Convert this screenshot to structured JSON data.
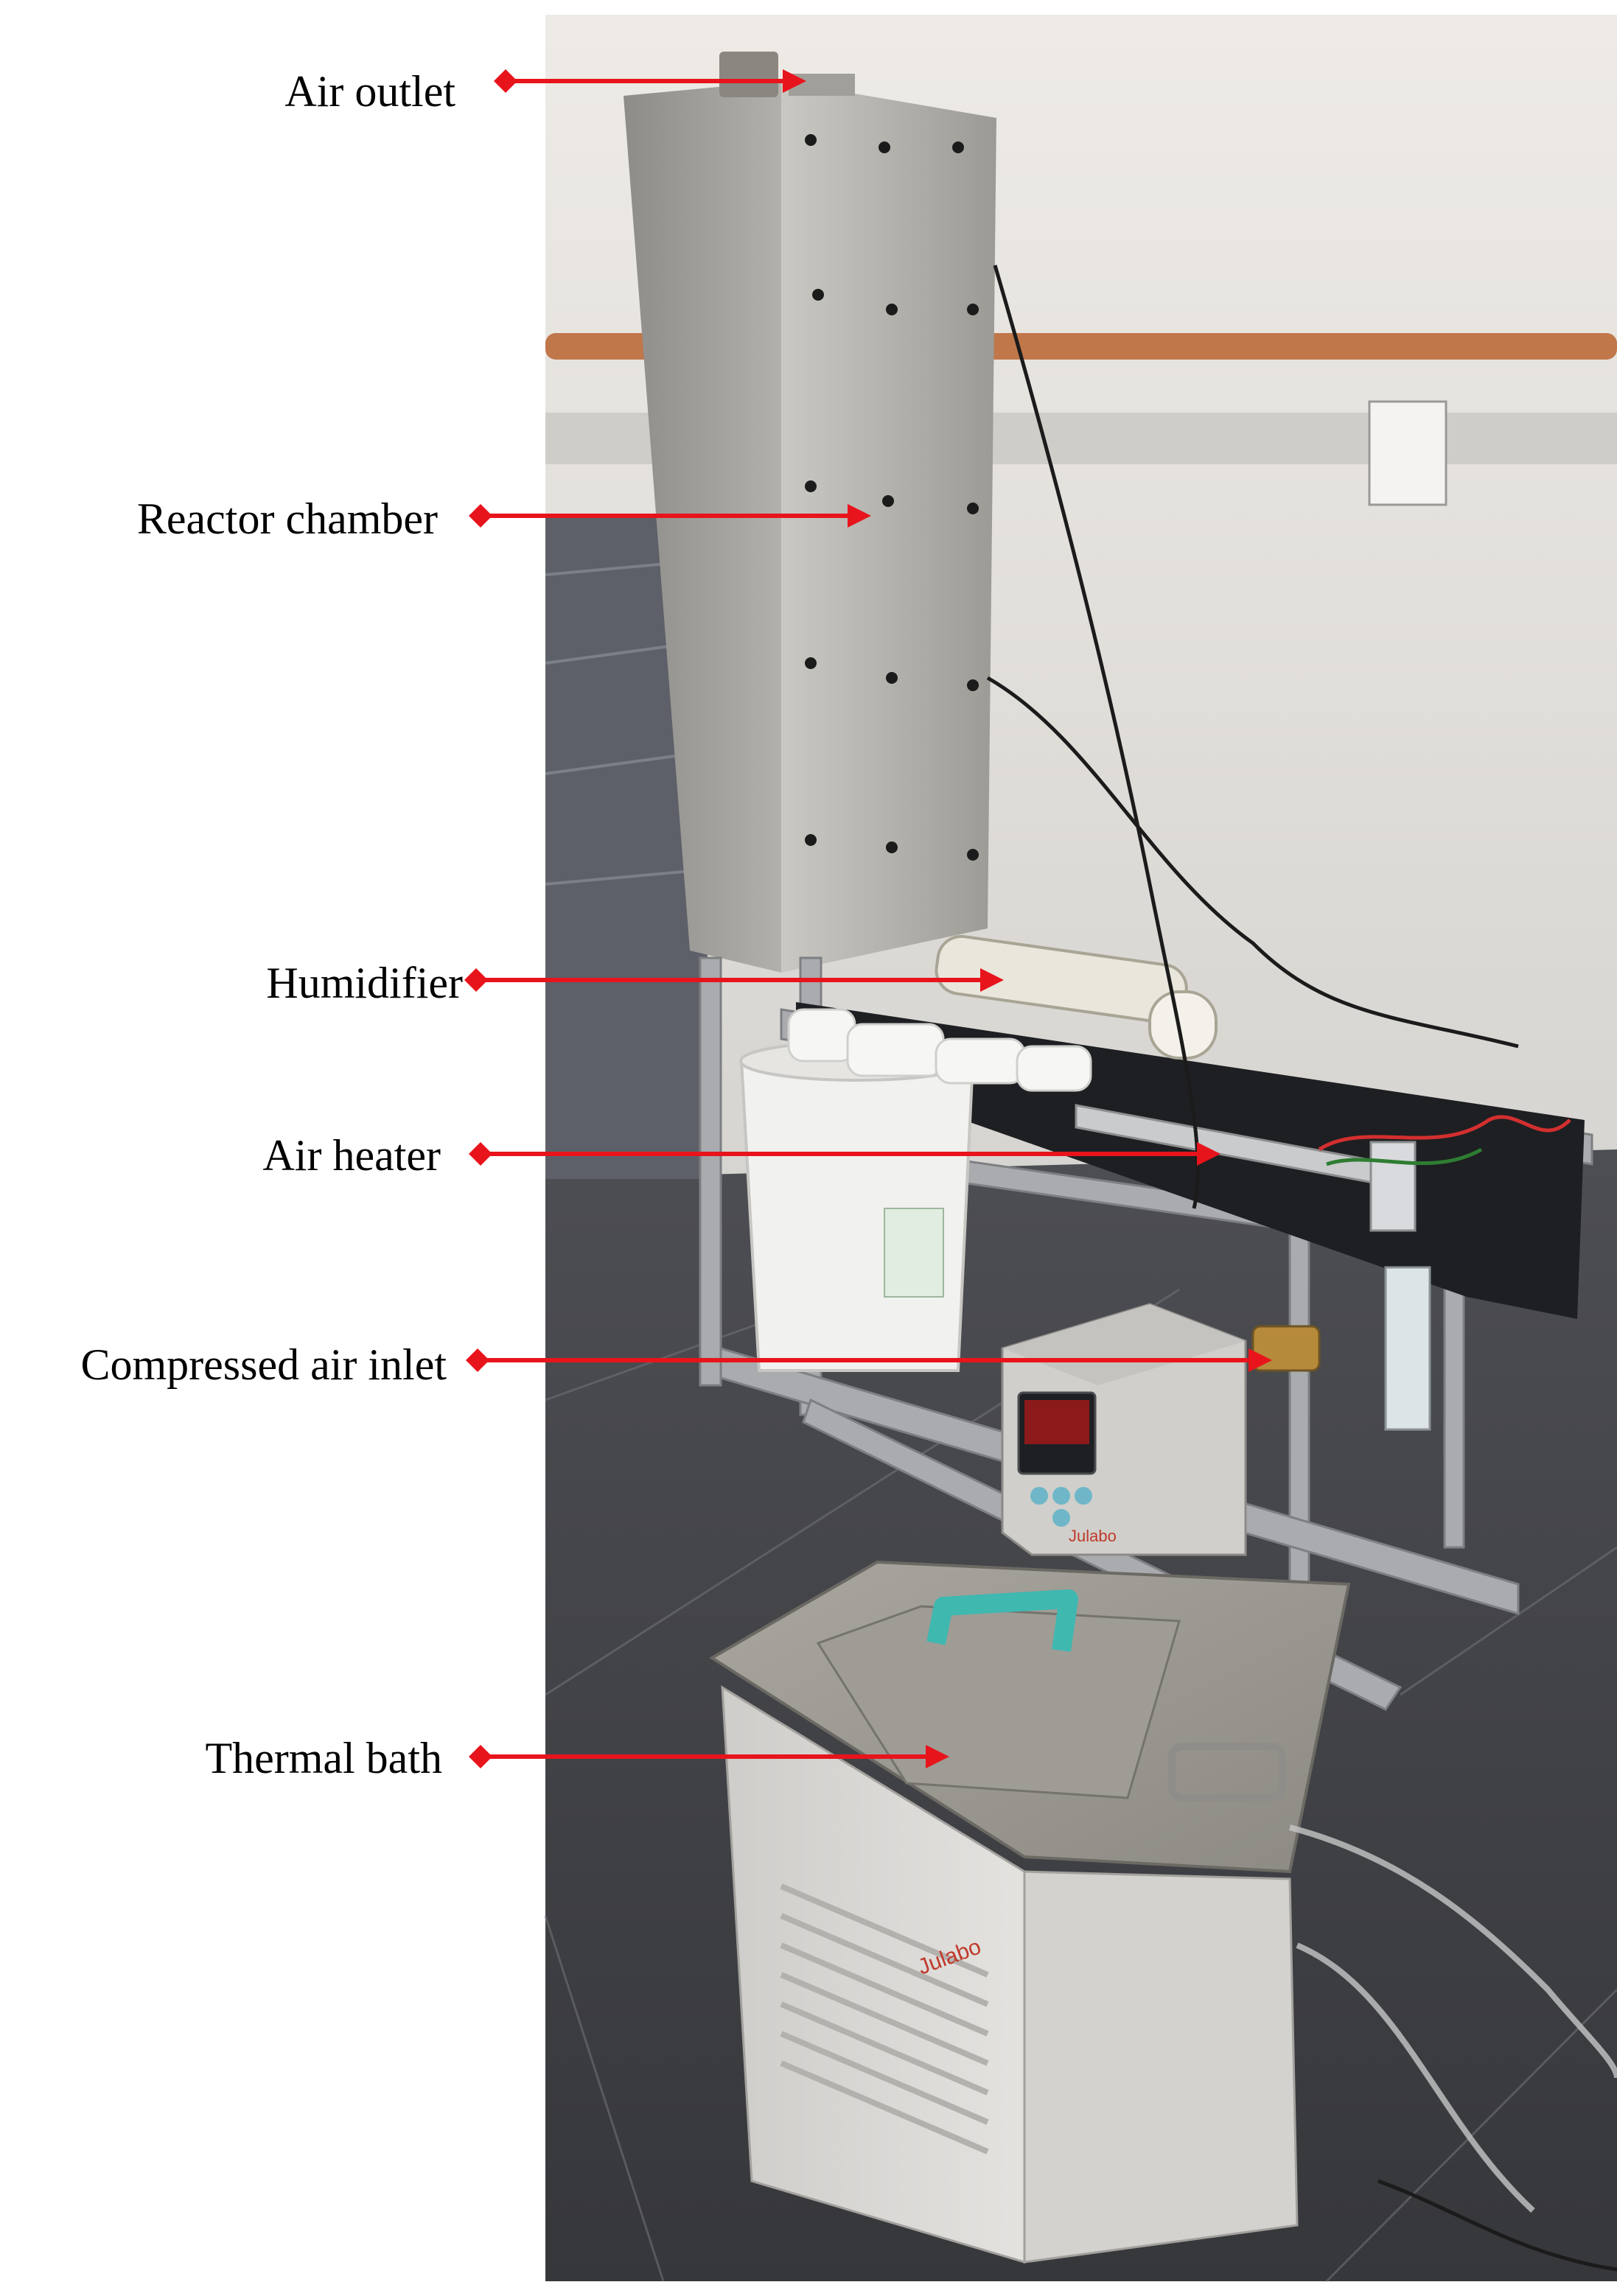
{
  "labels": [
    {
      "id": "air-outlet",
      "text": "Air outlet"
    },
    {
      "id": "reactor-chamber",
      "text": "Reactor chamber"
    },
    {
      "id": "humidifier",
      "text": "Humidifier"
    },
    {
      "id": "air-heater",
      "text": "Air heater"
    },
    {
      "id": "compressed-air-inlet",
      "text": "Compressed air inlet"
    },
    {
      "id": "thermal-bath",
      "text": "Thermal bath"
    }
  ],
  "brand_text": "Julabo",
  "colors": {
    "arrow": "#e8141c",
    "wall": "#e8e6e2",
    "floor": "#55565a",
    "steel": "#b9b8b4",
    "bath_body": "#d9d8d4",
    "handle": "#3fb8b0"
  }
}
